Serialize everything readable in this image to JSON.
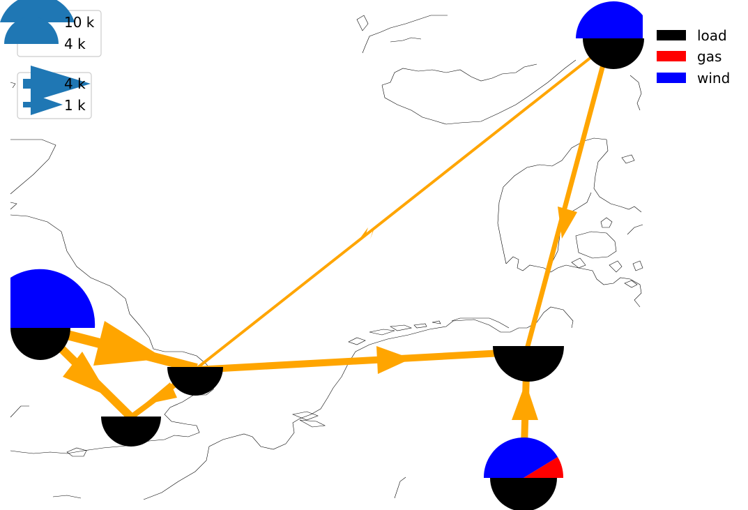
{
  "map": {
    "node_size_legend": {
      "color": "#1f77b4",
      "entries": [
        {
          "label": "10 k",
          "value": 10000
        },
        {
          "label": "4 k",
          "value": 4000
        }
      ]
    },
    "line_width_legend": {
      "color": "#1f77b4",
      "entries": [
        {
          "label": "4 k",
          "value": 4000
        },
        {
          "label": "1 k",
          "value": 1000
        }
      ]
    },
    "carrier_legend": [
      {
        "label": "load",
        "color": "#000000"
      },
      {
        "label": "gas",
        "color": "#ff0000"
      },
      {
        "label": "wind",
        "color": "#0000ff"
      }
    ],
    "flow_color": "#FFA500"
  }
}
